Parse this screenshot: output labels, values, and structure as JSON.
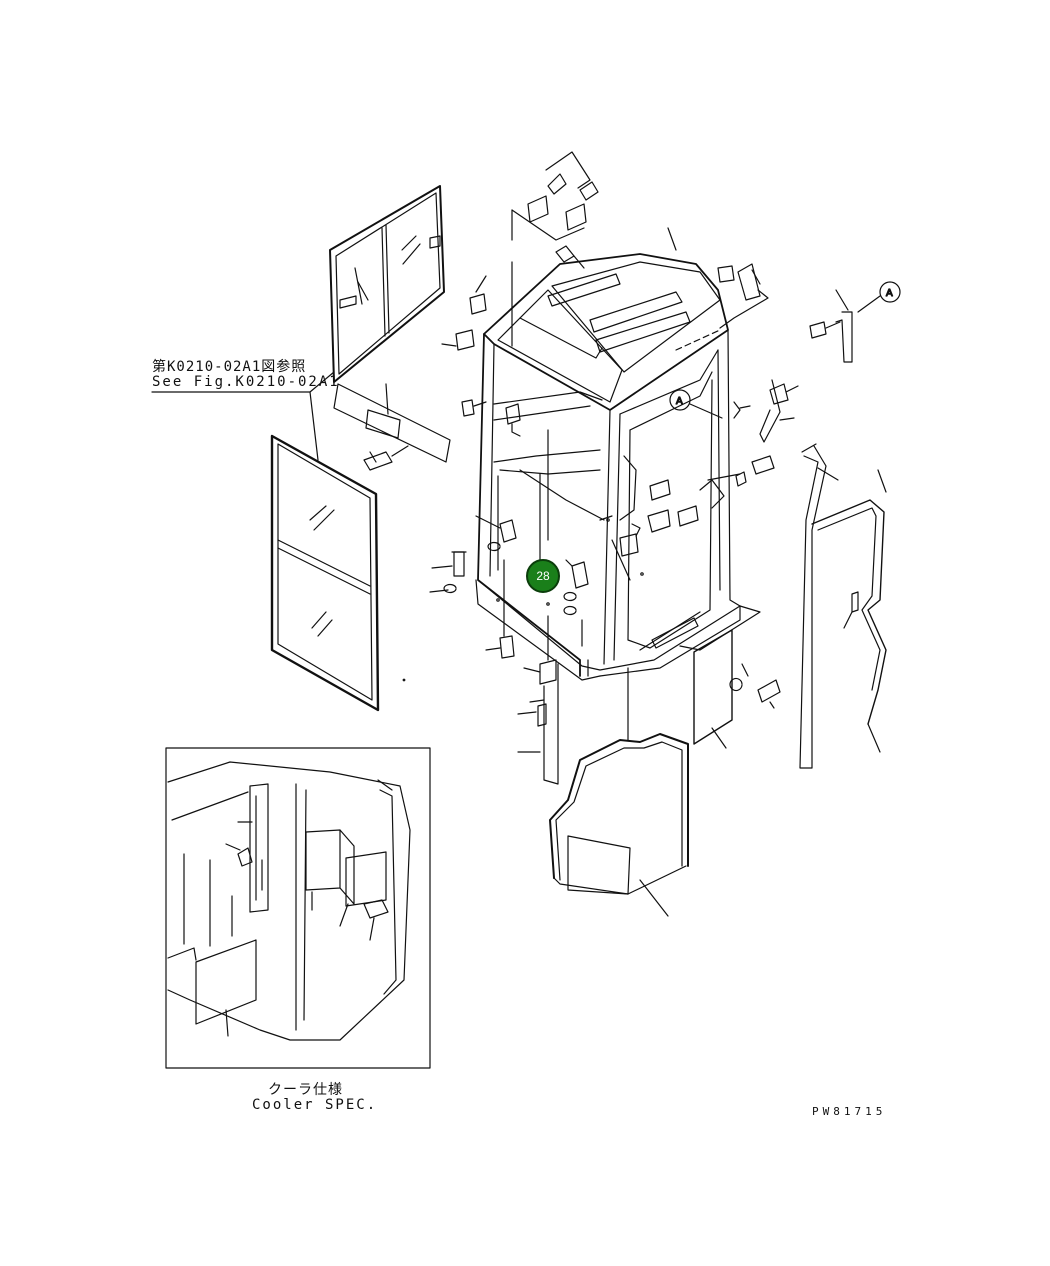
{
  "references": {
    "see_fig_ja": "第K0210-02A1図参照",
    "see_fig_en": "See Fig.K0210-02A1"
  },
  "inset": {
    "caption_ja": "クーラ仕様",
    "caption_en": "Cooler SPEC."
  },
  "drawing_code": "PW81715",
  "markers": [
    {
      "label": "A"
    },
    {
      "label": "A"
    }
  ],
  "callout": {
    "label": "28",
    "fill_color": "#1a7f1a"
  },
  "colors": {
    "line": "#111111",
    "background": "#ffffff"
  }
}
